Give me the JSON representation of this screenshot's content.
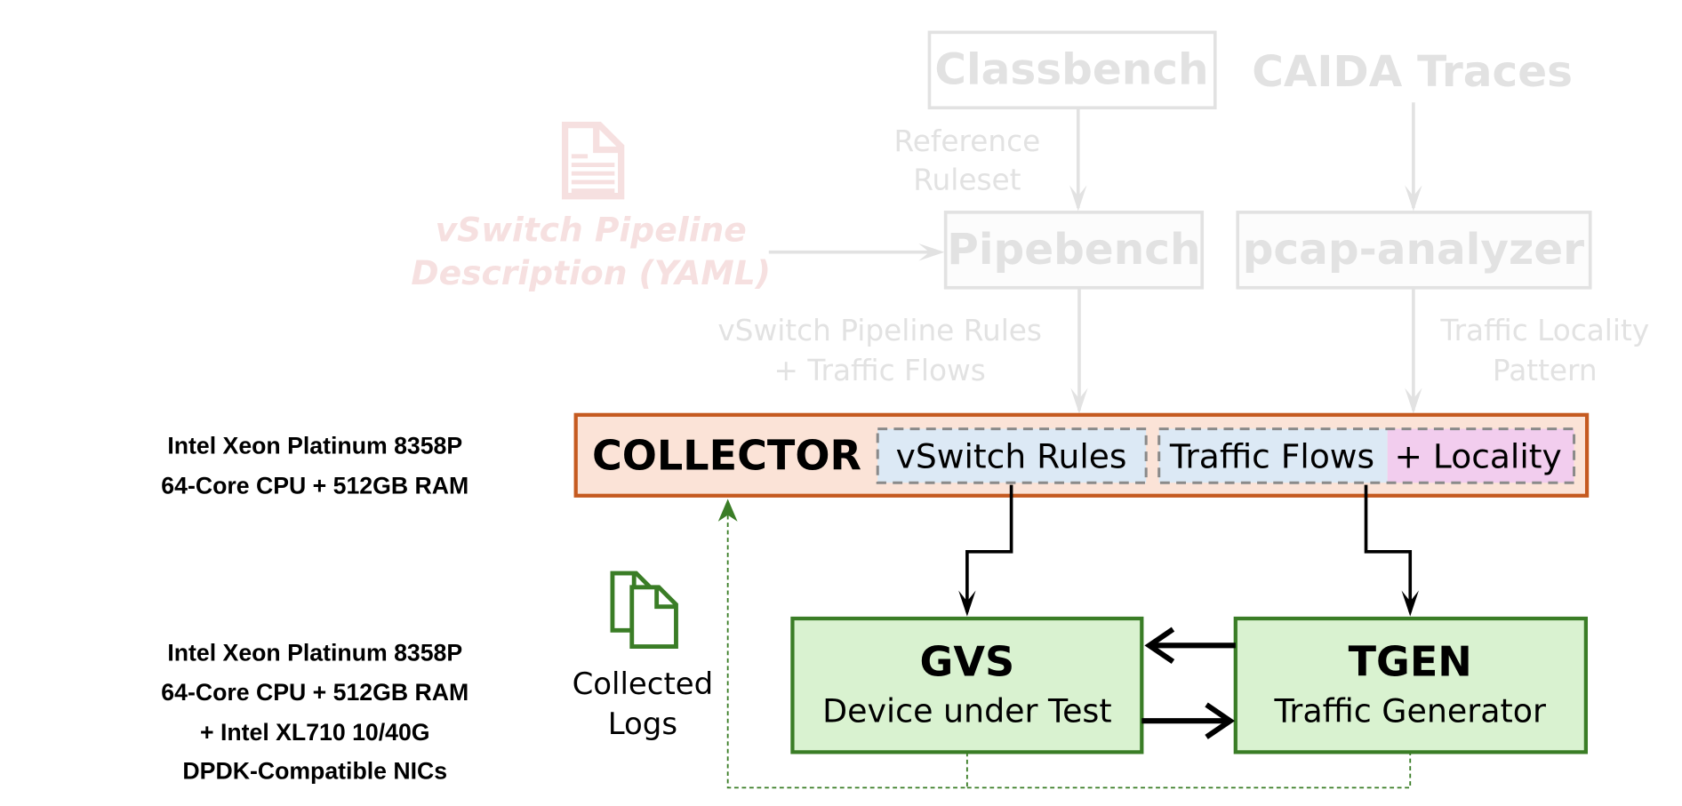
{
  "colors": {
    "faded": "#e2e2e2",
    "faded_pink": "#f6e0e0",
    "collector_border": "#c55a20",
    "collector_fill": "#fbe3d7",
    "blue_fill": "#dce9f5",
    "pink_fill": "#f2cdee",
    "green_border": "#3a7d26",
    "green_fill": "#d9f2d0"
  },
  "inputs": {
    "classbench": "Classbench",
    "caida": "CAIDA Traces",
    "reference_ruleset": [
      "Reference",
      "Ruleset"
    ],
    "yaml_desc": [
      "vSwitch Pipeline",
      "Description (YAML)"
    ],
    "pipebench": "Pipebench",
    "pcap_analyzer": "pcap-analyzer",
    "pipebench_out": [
      "vSwitch Pipeline Rules",
      "+ Traffic Flows"
    ],
    "pcap_out": [
      "Traffic Locality",
      "Pattern"
    ]
  },
  "collector": {
    "title": "COLLECTOR",
    "vswitch_rules": "vSwitch Rules",
    "traffic_flows": "Traffic Flows",
    "locality": "+ Locality"
  },
  "hardware": {
    "collector_host": [
      "Intel Xeon Platinum 8358P",
      "64-Core CPU + 512GB RAM"
    ],
    "test_host": [
      "Intel Xeon Platinum 8358P",
      "64-Core CPU + 512GB RAM",
      "+ Intel XL710 10/40G",
      "DPDK-Compatible NICs"
    ]
  },
  "logs": {
    "label": [
      "Collected",
      "Logs"
    ],
    "icon": "documents-icon"
  },
  "gvs": {
    "title": "GVS",
    "subtitle": "Device under Test"
  },
  "tgen": {
    "title": "TGEN",
    "subtitle": "Traffic Generator"
  }
}
